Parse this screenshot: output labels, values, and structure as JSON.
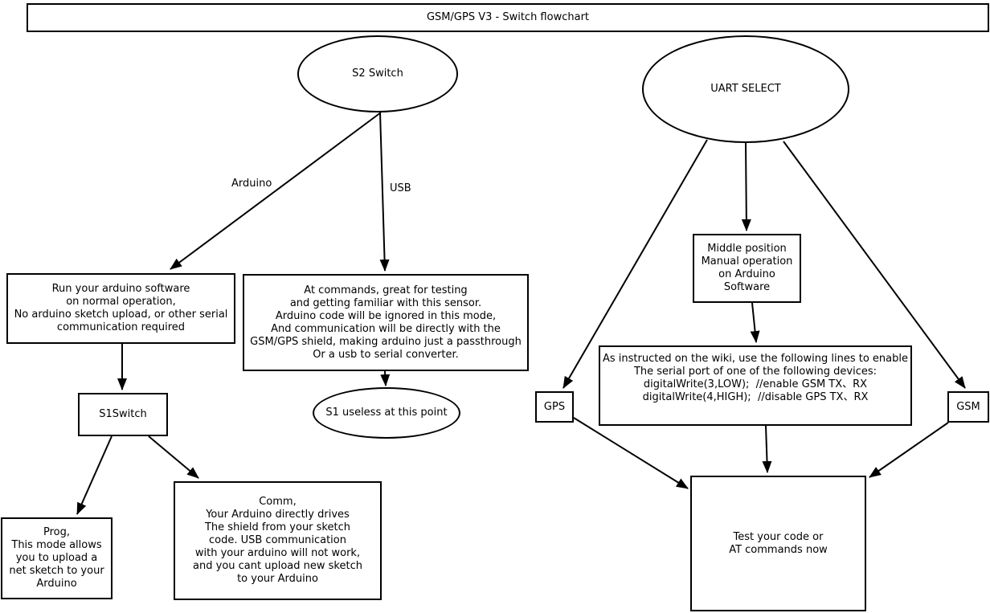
{
  "diagram": {
    "type": "flowchart",
    "title": "GSM/GPS V3 - Switch flowchart",
    "colors": {
      "stroke": "#000000",
      "background": "#ffffff",
      "text": "#000000"
    },
    "nodes": {
      "s2_switch": {
        "shape": "ellipse",
        "label": "S2 Switch"
      },
      "uart_select": {
        "shape": "ellipse",
        "label": "UART SELECT"
      },
      "run_normal": {
        "shape": "rect",
        "label": "Run your arduino software\non normal operation,\nNo arduino sketch upload, or other serial\ncommunication required"
      },
      "at_commands": {
        "shape": "rect",
        "label": "At commands, great for testing\nand getting familiar with this sensor.\nArduino code will be ignored in this mode,\nAnd communication will be directly with the\nGSM/GPS shield, making arduino just a passthrough\nOr a usb to serial converter."
      },
      "s1_switch": {
        "shape": "rect",
        "label": "S1Switch"
      },
      "s1_useless": {
        "shape": "ellipse",
        "label": "S1 useless at this point"
      },
      "prog": {
        "shape": "rect",
        "label": "Prog,\nThis mode allows\nyou to upload a\nnet sketch to your\nArduino"
      },
      "comm": {
        "shape": "rect",
        "label": "Comm,\nYour Arduino directly drives\nThe shield from your sketch\ncode. USB communication\nwith your arduino will not work,\nand you cant upload new sketch\nto your Arduino"
      },
      "middle_position": {
        "shape": "rect",
        "label": "Middle position\nManual operation\non Arduino\nSoftware"
      },
      "wiki_instructions": {
        "shape": "rect",
        "label": "As instructed on the wiki, use the following lines to enable\nThe serial port of one of the following devices:\ndigitalWrite(3,LOW);  //enable GSM TX、RX\ndigitalWrite(4,HIGH);  //disable GPS TX、RX"
      },
      "gps": {
        "shape": "rect",
        "label": "GPS"
      },
      "gsm": {
        "shape": "rect",
        "label": "GSM"
      },
      "test": {
        "shape": "rect",
        "label": "Test your code or\nAT commands now"
      }
    },
    "edge_labels": {
      "arduino": "Arduino",
      "usb": "USB"
    },
    "edges": [
      {
        "from": "s2_switch",
        "to": "run_normal",
        "label": "Arduino"
      },
      {
        "from": "s2_switch",
        "to": "at_commands",
        "label": "USB"
      },
      {
        "from": "run_normal",
        "to": "s1_switch"
      },
      {
        "from": "s1_switch",
        "to": "prog"
      },
      {
        "from": "s1_switch",
        "to": "comm"
      },
      {
        "from": "at_commands",
        "to": "s1_useless"
      },
      {
        "from": "uart_select",
        "to": "gps"
      },
      {
        "from": "uart_select",
        "to": "middle_position"
      },
      {
        "from": "uart_select",
        "to": "gsm"
      },
      {
        "from": "middle_position",
        "to": "wiki_instructions"
      },
      {
        "from": "wiki_instructions",
        "to": "test"
      },
      {
        "from": "gps",
        "to": "test"
      },
      {
        "from": "gsm",
        "to": "test"
      }
    ]
  }
}
